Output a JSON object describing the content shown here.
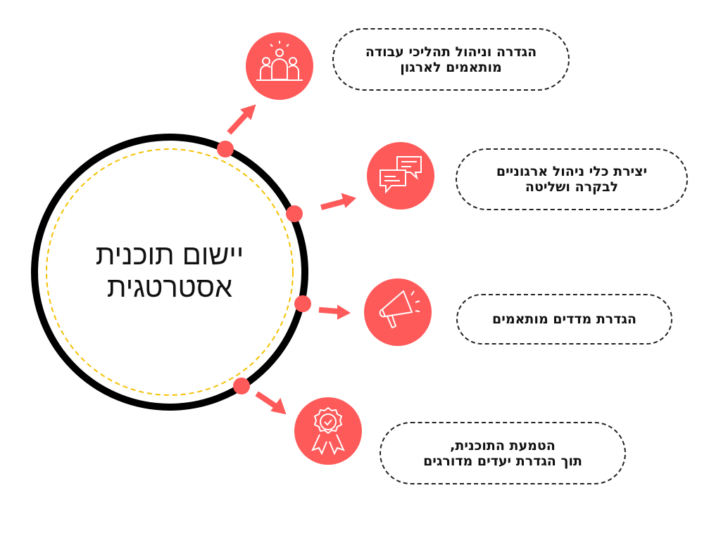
{
  "center": {
    "line1": "יישום תוכנית",
    "line2": "אסטרטגית"
  },
  "steps": [
    {
      "icon": "team-icon",
      "line1": "הגדרה וניהול תהליכי עבודה",
      "line2": "מותאמים לארגון"
    },
    {
      "icon": "chat-bubbles-icon",
      "line1": "יצירת כלי ניהול ארגוניים",
      "line2": "לבקרה ושליטה"
    },
    {
      "icon": "megaphone-icon",
      "line1": "הגדרת מדדים מותאמים",
      "line2": ""
    },
    {
      "icon": "award-badge-icon",
      "line1": "הטמעת התוכנית,",
      "line2": "תוך הגדרת יעדים מדורגים"
    }
  ],
  "colors": {
    "accent": "#FF5A5A",
    "ring": "#000000",
    "dashed_ring": "#F5C000"
  }
}
